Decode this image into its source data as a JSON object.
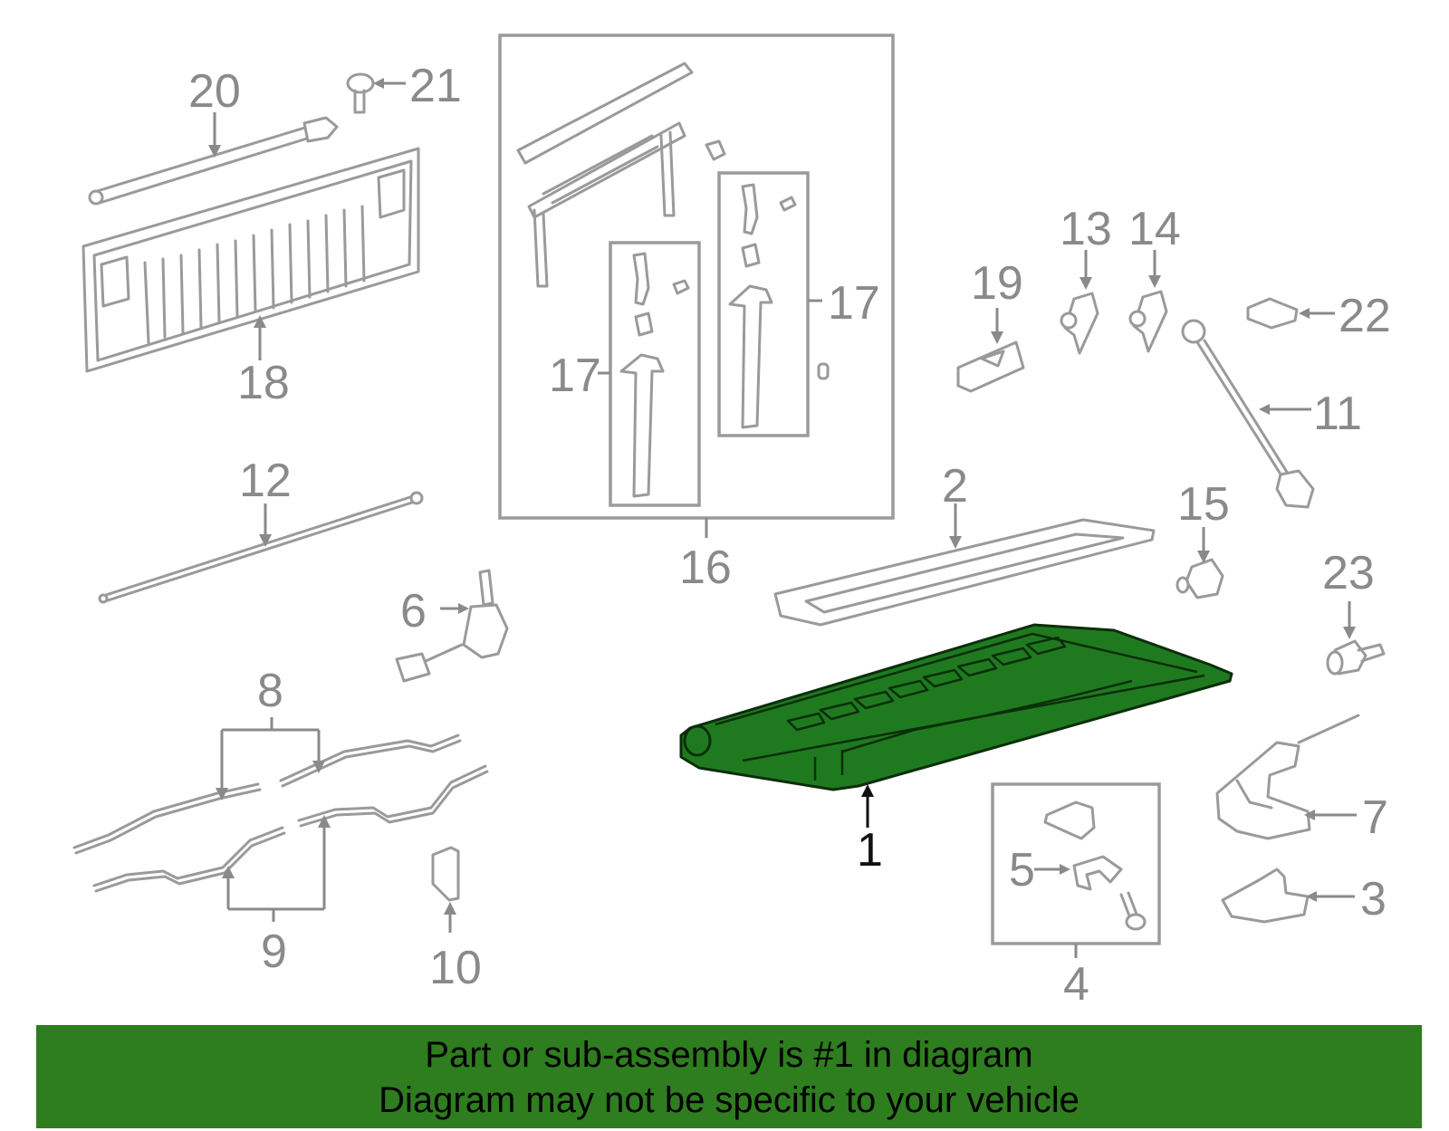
{
  "callouts": {
    "c1": "1",
    "c2": "2",
    "c3": "3",
    "c4": "4",
    "c5": "5",
    "c6": "6",
    "c7": "7",
    "c8": "8",
    "c9": "9",
    "c10": "10",
    "c11": "11",
    "c12": "12",
    "c13": "13",
    "c14": "14",
    "c15": "15",
    "c16": "16",
    "c17a": "17",
    "c17b": "17",
    "c18": "18",
    "c19": "19",
    "c20": "20",
    "c21": "21",
    "c22": "22",
    "c23": "23"
  },
  "highlight": {
    "part": "1",
    "color": "#1f7a1f"
  },
  "banner": {
    "line1": "Part or sub-assembly is #1 in diagram",
    "line2": "Diagram may not be specific to your vehicle",
    "color": "#2e7d1f"
  }
}
